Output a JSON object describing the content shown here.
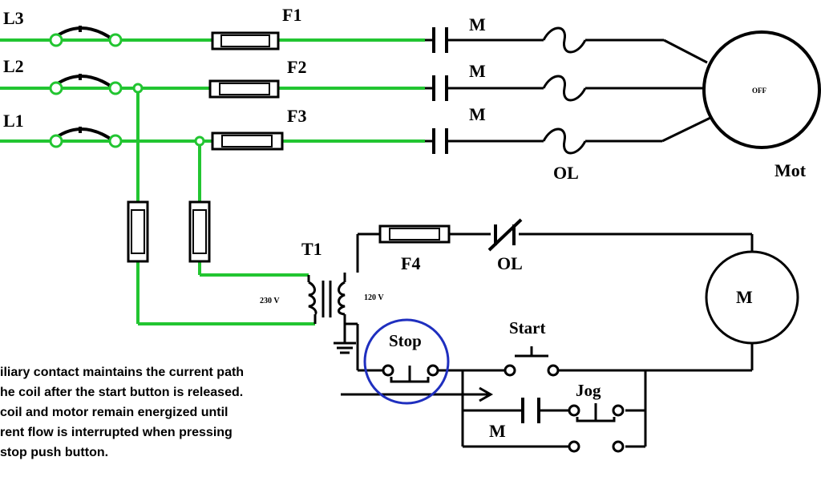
{
  "labels": {
    "l3": "L3",
    "l2": "L2",
    "l1": "L1",
    "f1": "F1",
    "f2": "F2",
    "f3": "F3",
    "f4": "F4",
    "m1": "M",
    "m2": "M",
    "m3": "M",
    "ol_power": "OL",
    "ol_control": "OL",
    "motor_state": "OFF",
    "motor": "Mot",
    "t1": "T1",
    "v_primary": "230 V",
    "v_secondary": "120 V",
    "coil": "M",
    "stop": "Stop",
    "start": "Start",
    "jog": "Jog",
    "aux": "M"
  },
  "note": [
    "iliary contact maintains the current path",
    "he coil after the start button is released.",
    " coil and motor remain energized until",
    "rent flow is interrupted when pressing",
    "stop push button."
  ],
  "colors": {
    "energized": "#22c531",
    "wire": "#000000",
    "highlight": "#1f2fbf"
  }
}
